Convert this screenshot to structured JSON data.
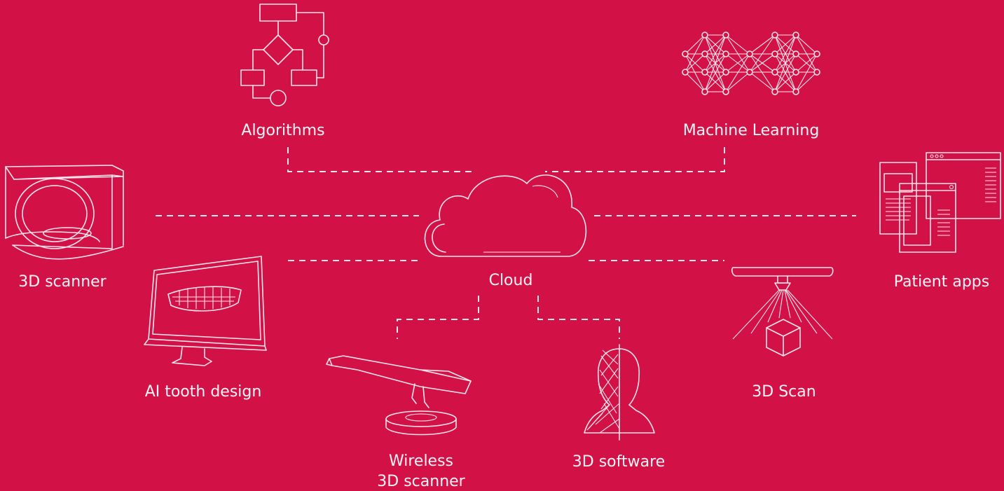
{
  "nodes": {
    "cloud": {
      "label": "Cloud"
    },
    "algorithms": {
      "label": "Algorithms"
    },
    "machine_learning": {
      "label": "Machine Learning"
    },
    "scanner_3d": {
      "label": "3D scanner"
    },
    "ai_tooth_design": {
      "label": "AI tooth design"
    },
    "wireless_scanner": {
      "label_line1": "Wireless",
      "label_line2": "3D scanner"
    },
    "software_3d": {
      "label": "3D software"
    },
    "scan_3d": {
      "label": "3D Scan"
    },
    "patient_apps": {
      "label": "Patient apps"
    }
  },
  "icons": {
    "cloud": "cloud-icon",
    "algorithms": "flowchart-icon",
    "machine_learning": "neural-network-icon",
    "scanner_3d": "desktop-3d-scanner-icon",
    "ai_tooth_design": "monitor-teeth-icon",
    "wireless_scanner": "intraoral-scanner-icon",
    "software_3d": "wireframe-head-icon",
    "scan_3d": "scanning-cube-icon",
    "patient_apps": "app-windows-icon"
  },
  "colors": {
    "background": "#d21247",
    "line": "#fbe4ec"
  }
}
